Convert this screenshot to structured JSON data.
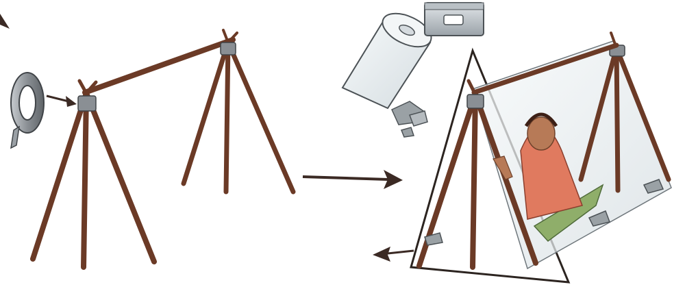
{
  "illustration": {
    "panels": [
      {
        "name": "tripod-frame-with-tape",
        "items": [
          "duct-tape-roll-icon",
          "arrow-icon",
          "tripod-left",
          "tripod-right",
          "ridge-pole"
        ]
      },
      {
        "name": "plastic-sheet-shelter",
        "items": [
          "plastic-roll-icon",
          "razor-blade-icon",
          "rocks",
          "tent-frame",
          "plastic-sheet",
          "seated-person",
          "arrow-icon"
        ]
      }
    ],
    "colors": {
      "wood": "#6b3a26",
      "wood_dark": "#3d2016",
      "tape": "#8a8f94",
      "plastic": "#e9eef0",
      "rock": "#9aa1a5",
      "skin": "#b77a57",
      "scarf": "#e07a5f",
      "blanket": "#8fae6a",
      "arrow": "#3b2a24"
    }
  }
}
